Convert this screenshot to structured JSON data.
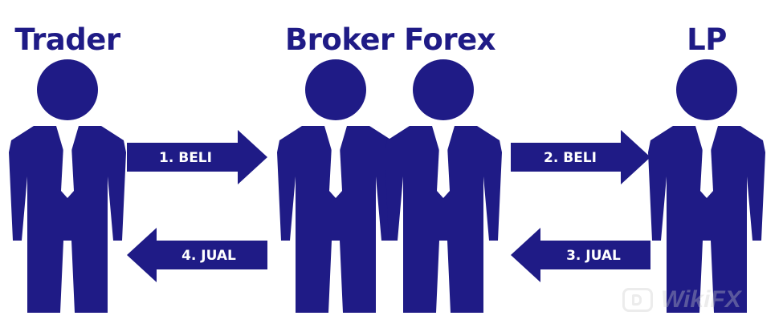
{
  "colors": {
    "figure": "#1f1b86",
    "label": "#1f1b86",
    "arrow": "#1f1b86",
    "arrow_text": "#ffffff",
    "shirt": "#ffffff"
  },
  "actors": [
    {
      "id": "trader",
      "label": "Trader"
    },
    {
      "id": "broker",
      "label": "Broker Forex"
    },
    {
      "id": "lp",
      "label": "LP"
    }
  ],
  "arrows": [
    {
      "id": "step1",
      "label": "1. BELI",
      "direction": "right"
    },
    {
      "id": "step2",
      "label": "2. BELI",
      "direction": "right"
    },
    {
      "id": "step3",
      "label": "3. JUAL",
      "direction": "left"
    },
    {
      "id": "step4",
      "label": "4. JUAL",
      "direction": "left"
    }
  ],
  "icons": [
    "person-icon",
    "arrow-right-icon",
    "arrow-left-icon",
    "watermark-logo-icon"
  ],
  "watermark": {
    "text": "WikiFX"
  }
}
